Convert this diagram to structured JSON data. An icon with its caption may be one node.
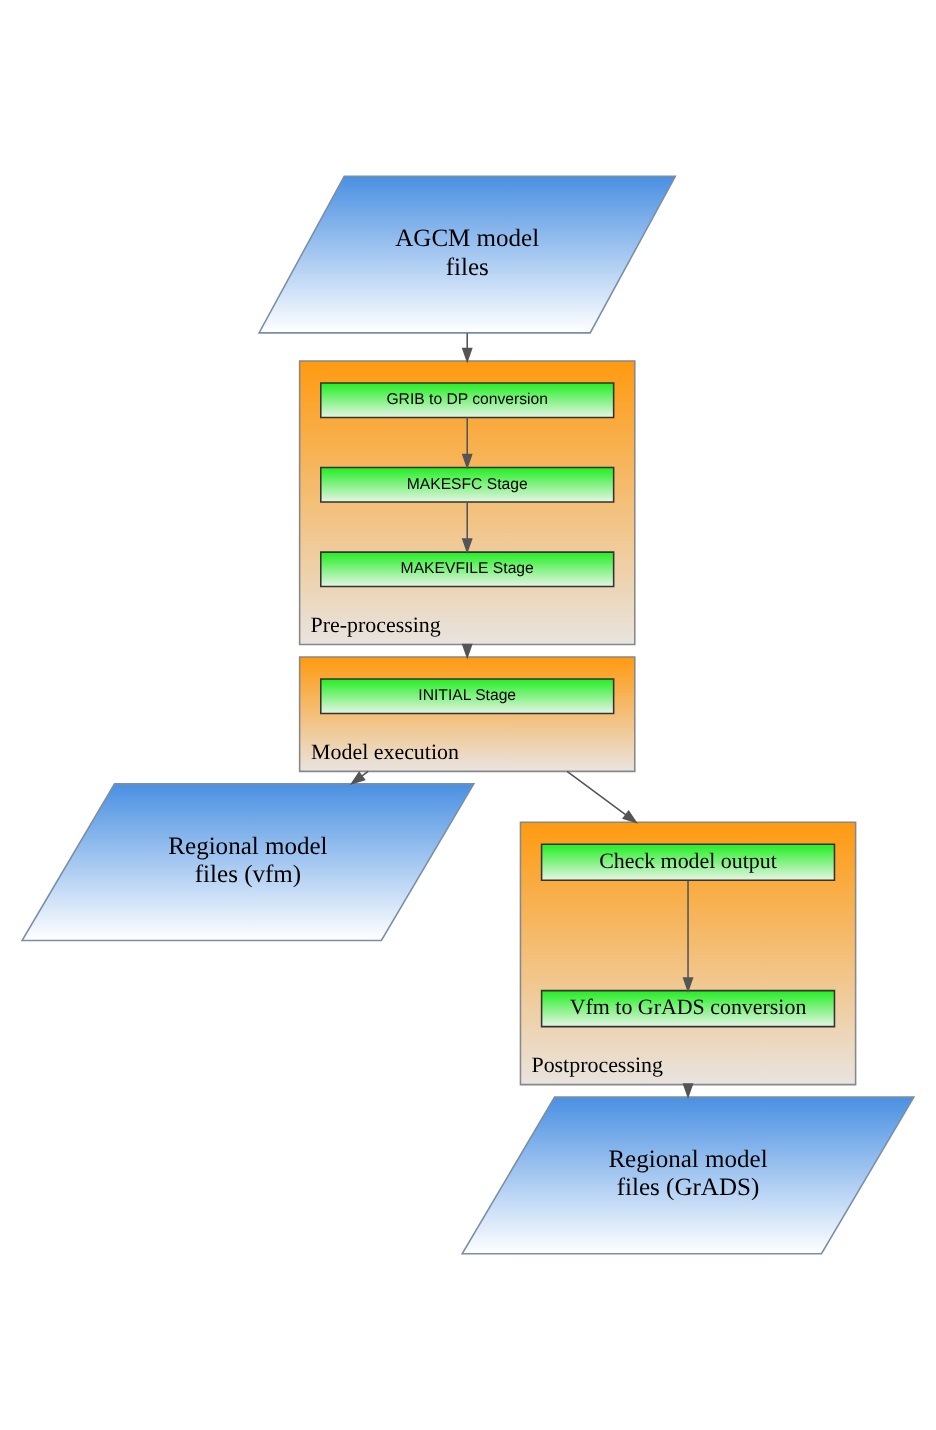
{
  "diagram": {
    "nodes": [
      {
        "text": [
          "AGCM model files"
        ]
      },
      {
        "text": [
          "Pre-processing"
        ]
      },
      {
        "text": [
          "GRIB to DP conversion"
        ],
        "in": 1
      },
      {
        "text": [
          "MAKESFC Stage"
        ],
        "in": 1
      },
      {
        "text": [
          "MAKEVFILE Stage"
        ],
        "in": 1
      },
      {
        "text": [
          "Model execution"
        ]
      },
      {
        "text": [
          "INITIAL Stage"
        ],
        "in": 5
      },
      {
        "text": [
          "Regional model files (vfm)"
        ]
      },
      {
        "text": [
          "Postprocessing"
        ]
      },
      {
        "text": [
          "Check model output"
        ],
        "in": 8
      },
      {
        "text": [
          "Vfm to GrADS conversion"
        ],
        "in": 8
      },
      {
        "text": [
          "Regional model files (GrADS)"
        ]
      }
    ],
    "edges": [
      {
        "from": 0,
        "to": 1,
        "arrow": "to"
      },
      {
        "from": 2,
        "to": 3,
        "arrow": "to"
      },
      {
        "from": 3,
        "to": 4,
        "arrow": "to"
      },
      {
        "from": 1,
        "to": 5,
        "arrow": "to"
      },
      {
        "from": 5,
        "to": 7,
        "arrow": "to"
      },
      {
        "from": 5,
        "to": 8,
        "arrow": "to"
      },
      {
        "from": 9,
        "to": 10,
        "arrow": "to"
      },
      {
        "from": 8,
        "to": 11,
        "arrow": "to"
      }
    ]
  }
}
